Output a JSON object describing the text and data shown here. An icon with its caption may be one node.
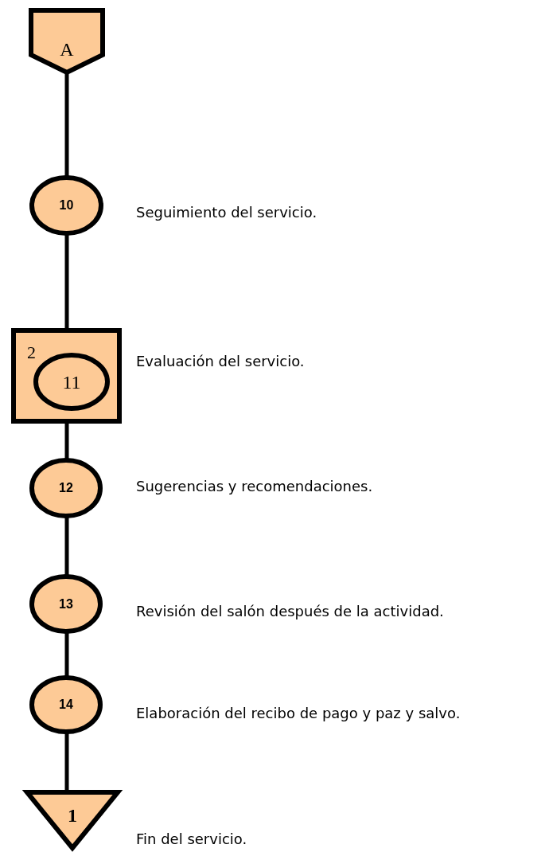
{
  "diagram": {
    "nodes": [
      {
        "text": [
          "A"
        ]
      },
      {
        "text": [
          "10"
        ],
        "beside": [
          "Seguimiento del servicio."
        ]
      },
      {
        "text": [
          "2"
        ],
        "beside": [
          "Evaluación del servicio."
        ]
      },
      {
        "text": [
          "11"
        ],
        "in": 2
      },
      {
        "text": [
          "12"
        ],
        "beside": [
          "Sugerencias y recomendaciones."
        ]
      },
      {
        "text": [
          "13"
        ],
        "beside": [
          "Revisión del salón después de la actividad."
        ]
      },
      {
        "text": [
          "14"
        ],
        "beside": [
          "Elaboración del recibo de pago y paz y salvo."
        ]
      },
      {
        "text": [
          "1"
        ],
        "beside": [
          "Fin del servicio."
        ]
      }
    ],
    "edges": [
      {
        "from": 0,
        "to": 1,
        "arrow": "none"
      },
      {
        "from": 1,
        "to": 2,
        "arrow": "none"
      },
      {
        "from": 2,
        "to": 4,
        "arrow": "none"
      },
      {
        "from": 4,
        "to": 5,
        "arrow": "none"
      },
      {
        "from": 5,
        "to": 6,
        "arrow": "none"
      },
      {
        "from": 6,
        "to": 7,
        "arrow": "none"
      }
    ]
  }
}
